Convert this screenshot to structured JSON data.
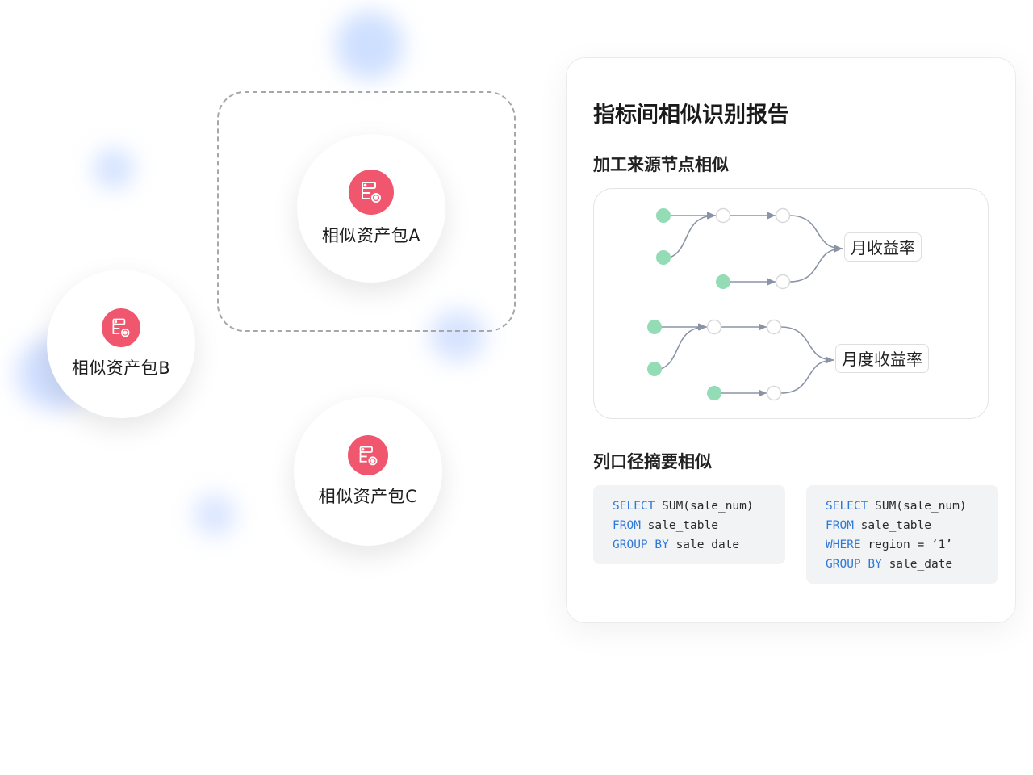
{
  "assets": [
    {
      "id": "a",
      "label": "相似资产包A",
      "icon": "asset-package-icon"
    },
    {
      "id": "b",
      "label": "相似资产包B",
      "icon": "asset-package-icon"
    },
    {
      "id": "c",
      "label": "相似资产包C",
      "icon": "asset-package-icon"
    }
  ],
  "report": {
    "title": "指标间相似识别报告",
    "section1_title": "加工来源节点相似",
    "section2_title": "列口径摘要相似",
    "metrics": [
      "月收益率",
      "月度收益率"
    ],
    "code_blocks": [
      [
        [
          {
            "t": "SELECT",
            "kw": true
          },
          {
            "t": " SUM(sale_num)",
            "kw": false
          }
        ],
        [
          {
            "t": "FROM",
            "kw": true
          },
          {
            "t": " sale_table",
            "kw": false
          }
        ],
        [
          {
            "t": "GROUP BY",
            "kw": true
          },
          {
            "t": " sale_date",
            "kw": false
          }
        ]
      ],
      [
        [
          {
            "t": "SELECT",
            "kw": true
          },
          {
            "t": " SUM(sale_num)",
            "kw": false
          }
        ],
        [
          {
            "t": "FROM",
            "kw": true
          },
          {
            "t": " sale_table",
            "kw": false
          }
        ],
        [
          {
            "t": "WHERE",
            "kw": true
          },
          {
            "t": " region = ‘1’",
            "kw": false
          }
        ],
        [
          {
            "t": "GROUP BY",
            "kw": true
          },
          {
            "t": " sale_date",
            "kw": false
          }
        ]
      ]
    ]
  },
  "colors": {
    "accent_red": "#f0566d",
    "source_node": "#93dcb5",
    "keyword_blue": "#2f78d8",
    "edge_gray": "#8a94a6"
  }
}
